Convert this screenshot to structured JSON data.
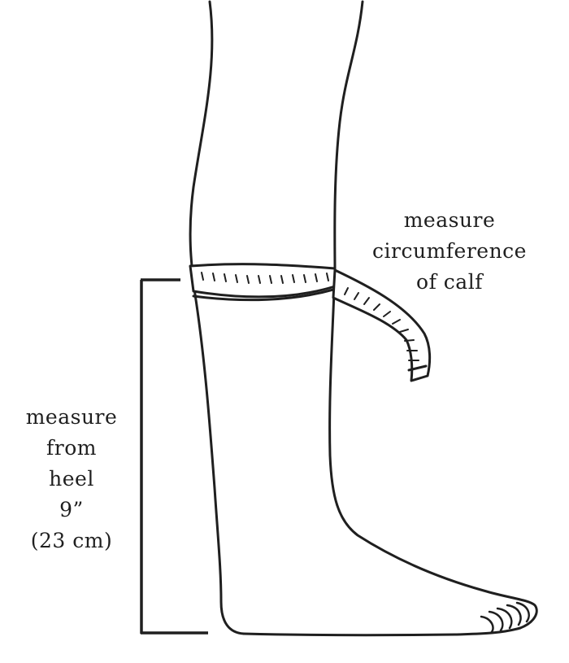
{
  "diagram": {
    "calf_instruction": {
      "lines": [
        "measure",
        "circumference",
        "of calf"
      ]
    },
    "height_instruction": {
      "lines": [
        "measure",
        "from",
        "heel",
        "9”",
        "(23 cm)"
      ]
    }
  },
  "colors": {
    "ink": "#1f1f1f",
    "background": "#ffffff",
    "tape_fill": "#ffffff"
  }
}
